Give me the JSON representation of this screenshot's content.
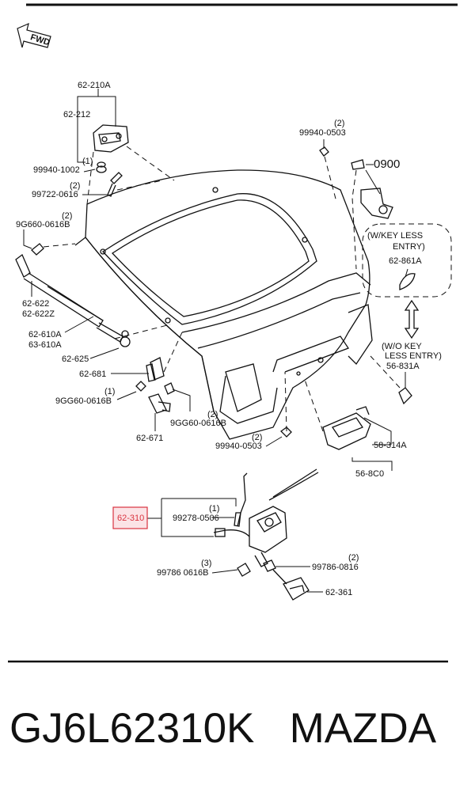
{
  "fwd_arrow": {
    "text": "FWD"
  },
  "callouts": {
    "c_62_210A": "62-210A",
    "c_62_212": "62-212",
    "c_99940_1002_qty": "(1)",
    "c_99940_1002": "99940-1002",
    "c_99722_0616_qty": "(2)",
    "c_99722_0616": "99722-0616",
    "c_9G660_0616B_qty": "(2)",
    "c_9G660_0616B": "9G660-0616B",
    "c_62_622": "62-622",
    "c_62_622Z": "62-622Z",
    "c_62_610A": "62-610A",
    "c_63_610A": "63-610A",
    "c_62_625": "62-625",
    "c_62_681": "62-681",
    "c_9GG60_0616B_a_qty": "(1)",
    "c_9GG60_0616B_a": "9GG60-0616B",
    "c_9GG60_0616B_b_qty": "(2)",
    "c_9GG60_0616B_b": "9GG60-0616B",
    "c_62_671": "62-671",
    "c_99940_0503_a_qty": "(2)",
    "c_99940_0503_a": "99940-0503",
    "c_0900": "0900",
    "c_wkey_1": "(W/KEY LESS",
    "c_wkey_2": "ENTRY)",
    "c_62_861A": "62-861A",
    "c_wokey_1": "(W/O KEY",
    "c_wokey_2": "LESS ENTRY)",
    "c_56_831A": "56-831A",
    "c_99940_0503_b_qty": "(2)",
    "c_99940_0503_b": "99940-0503",
    "c_58_314A": "58-314A",
    "c_56_8C0": "56-8C0",
    "c_62_310": "62-310",
    "c_99278_0506_qty": "(1)",
    "c_99278_0506": "99278-0506",
    "c_99786_0616B_qty": "(3)",
    "c_99786_0616B": "99786 0616B",
    "c_99786_0816_qty": "(2)",
    "c_99786_0816": "99786-0816",
    "c_62_361": "62-361"
  },
  "colors": {
    "highlight": "#d9333f",
    "highlight_fill": "#fbe3e6",
    "ink": "#111111"
  },
  "caption": {
    "part_number": "GJ6L62310K",
    "brand": "MAZDA"
  }
}
